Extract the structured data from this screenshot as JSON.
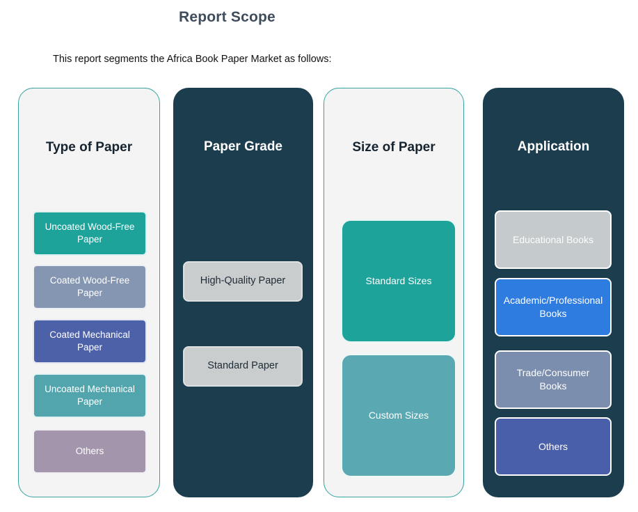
{
  "header": {
    "title": "Report Scope",
    "subtitle": "This report segments the Africa Book Paper Market as follows:",
    "title_color": "#3E4C5C"
  },
  "columns": [
    {
      "heading": "Type of Paper",
      "theme": "light",
      "panel": {
        "bg": "#F4F4F4",
        "border": "#35A3A3",
        "heading_color": "#16242F"
      },
      "items": [
        {
          "label": "Uncoated Wood-Free Paper",
          "bg": "#1DA39A",
          "text": "#FFFFFF"
        },
        {
          "label": "Coated Wood-Free Paper",
          "bg": "#8496B1",
          "text": "#FFFFFF"
        },
        {
          "label": "Coated Mechanical Paper",
          "bg": "#4D61A9",
          "text": "#FFFFFF"
        },
        {
          "label": "Uncoated Mechanical Paper",
          "bg": "#53A5AD",
          "text": "#FFFFFF"
        },
        {
          "label": "Others",
          "bg": "#A396AC",
          "text": "#FFFFFF"
        }
      ]
    },
    {
      "heading": "Paper Grade",
      "theme": "dark",
      "panel": {
        "bg": "#1C3D4E",
        "border": "#1C3D4E",
        "heading_color": "#FFFFFF"
      },
      "items": [
        {
          "label": "High-Quality Paper",
          "bg": "#C9CDCD",
          "text": "#1E2B38"
        },
        {
          "label": "Standard Paper",
          "bg": "#C9CDCD",
          "text": "#1E2B38"
        }
      ]
    },
    {
      "heading": "Size of Paper",
      "theme": "light",
      "panel": {
        "bg": "#F4F4F4",
        "border": "#35A3A3",
        "heading_color": "#16242F"
      },
      "items": [
        {
          "label": "Standard Sizes",
          "bg": "#1DA39A",
          "text": "#FFFFFF"
        },
        {
          "label": "Custom Sizes",
          "bg": "#5AA8B1",
          "text": "#FFFFFF"
        }
      ]
    },
    {
      "heading": "Application",
      "theme": "dark",
      "panel": {
        "bg": "#1C3D4E",
        "border": "#1C3D4E",
        "heading_color": "#FFFFFF"
      },
      "items": [
        {
          "label": "Educational Books",
          "bg": "#C5CACC",
          "text": "#FDFDFD"
        },
        {
          "label": "Academic/Professional Books",
          "bg": "#2F7CE0",
          "text": "#FFFFFF"
        },
        {
          "label": "Trade/Consumer Books",
          "bg": "#7B8EAD",
          "text": "#FFFFFF"
        },
        {
          "label": "Others",
          "bg": "#4A5FA9",
          "text": "#FFFFFF"
        }
      ]
    }
  ]
}
